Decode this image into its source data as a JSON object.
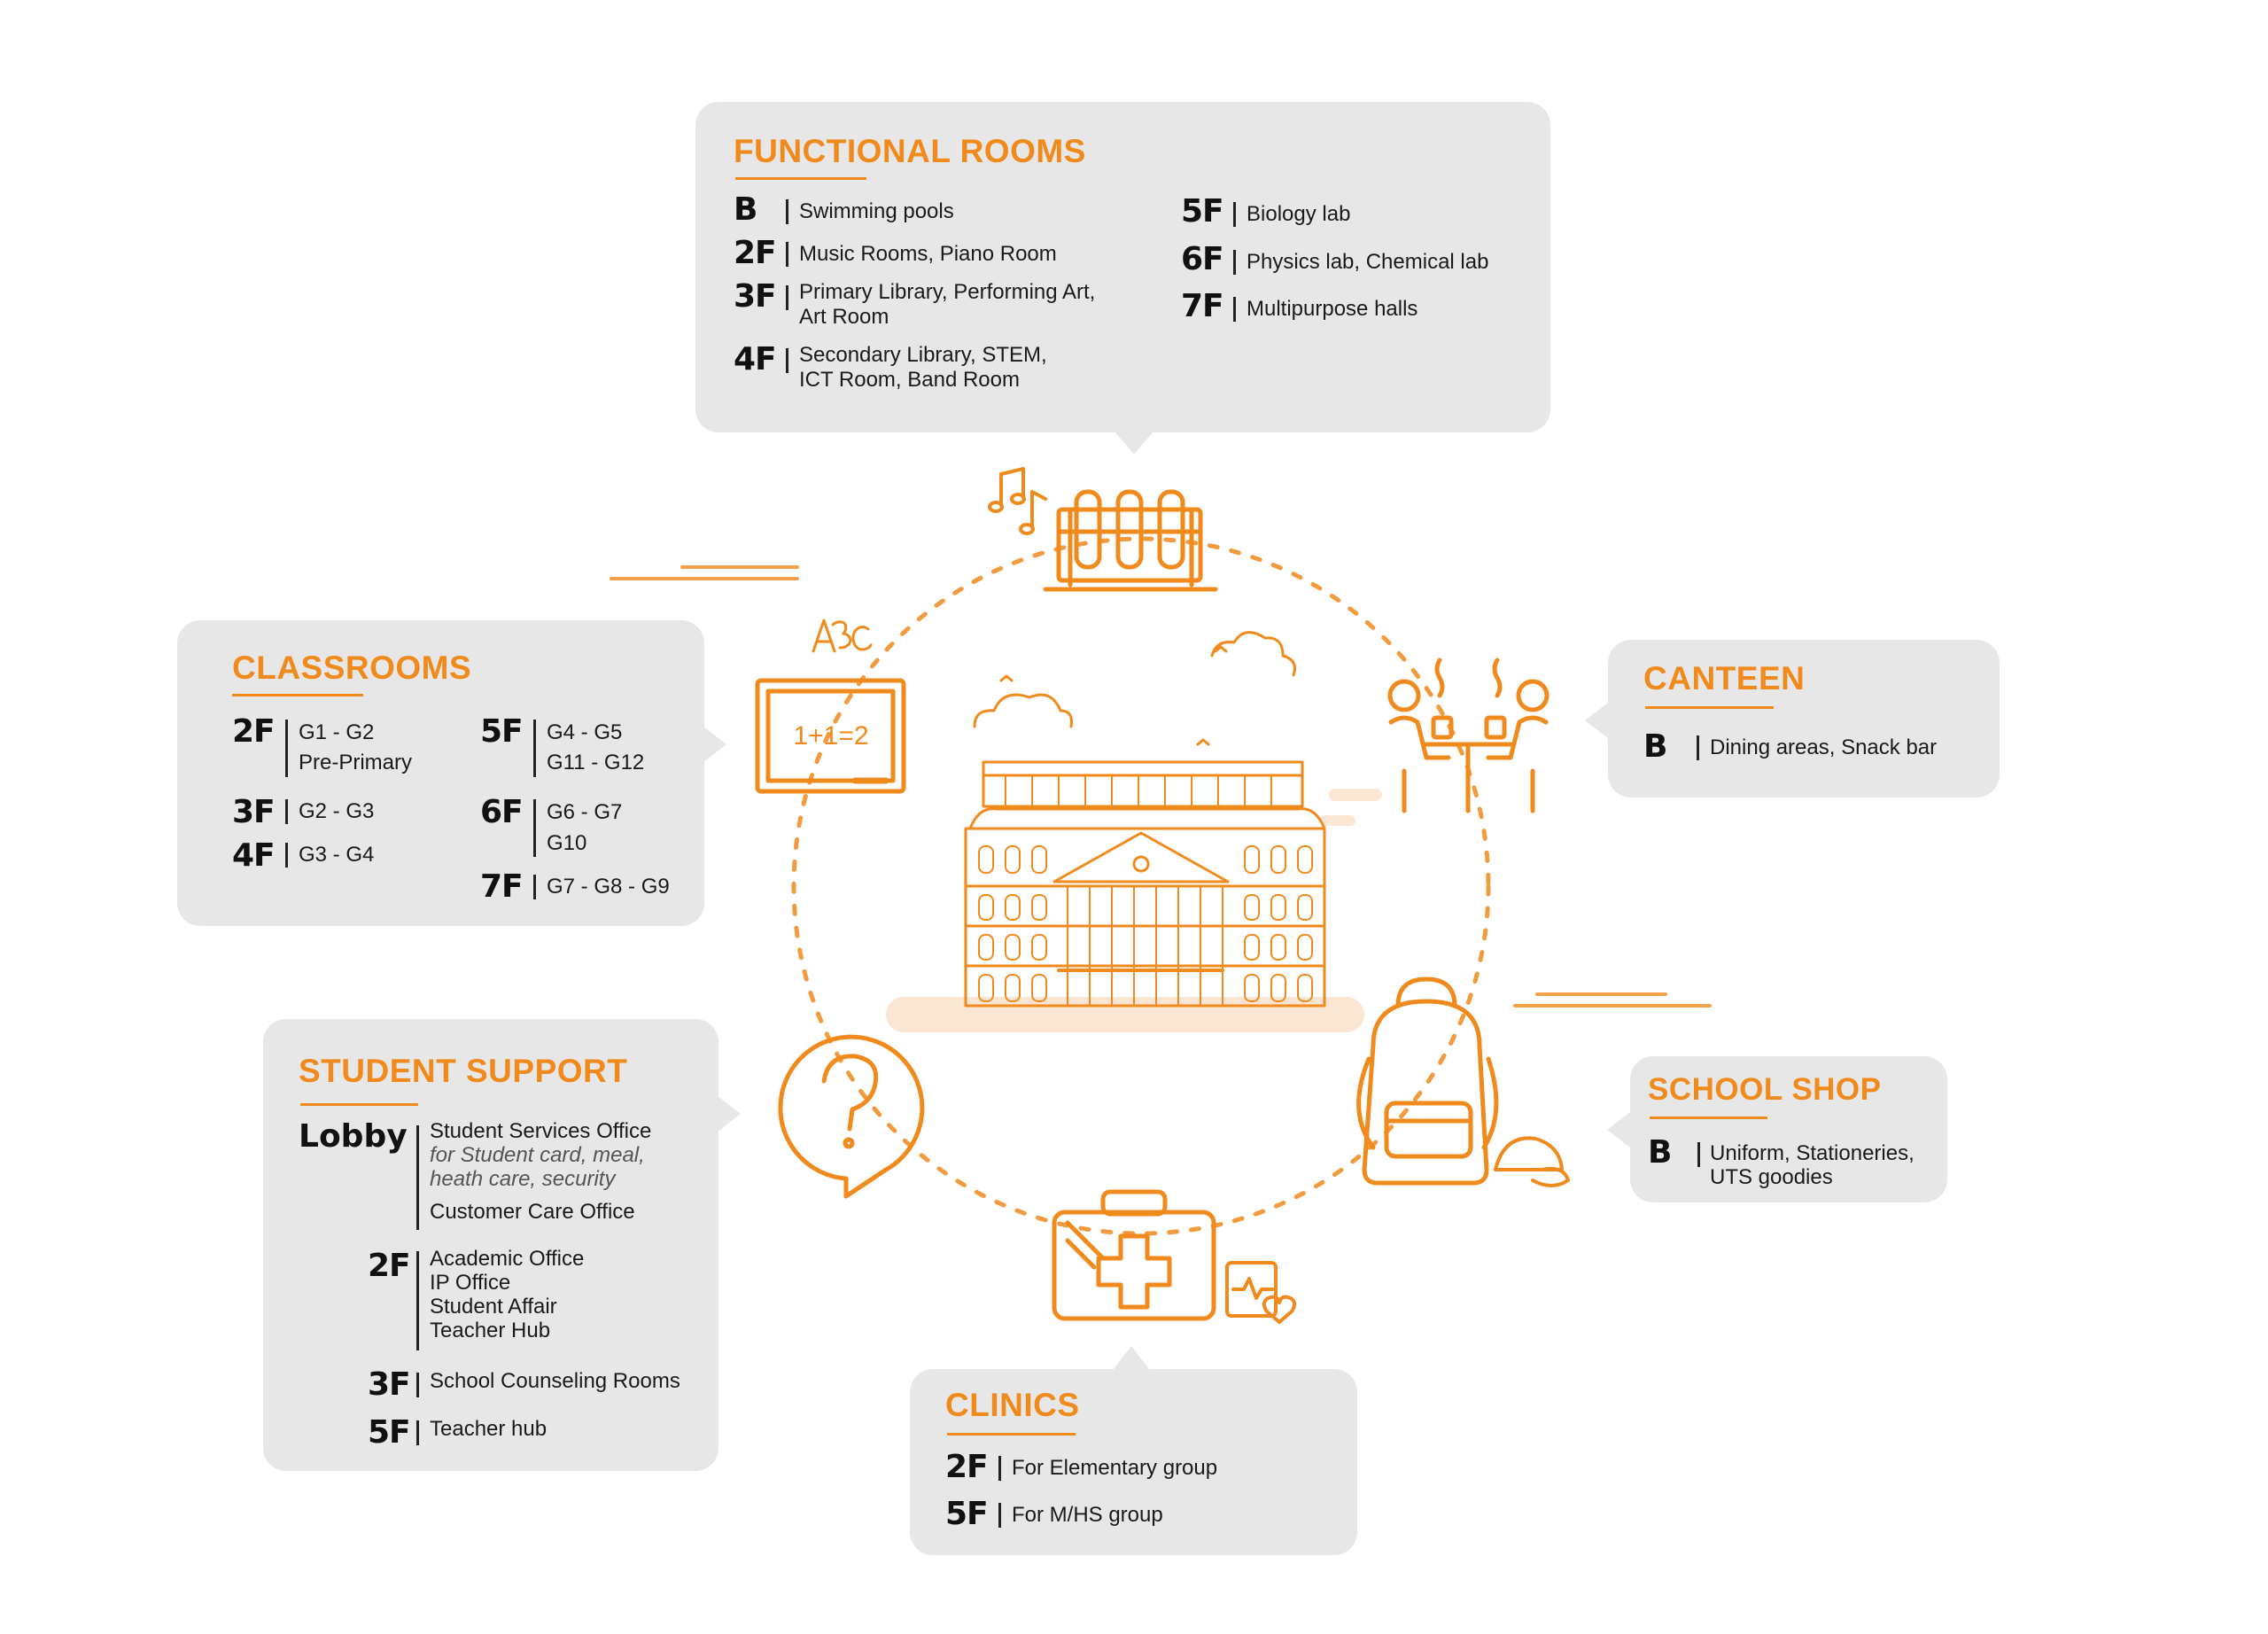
{
  "functional": {
    "title": "FUNCTIONAL ROOMS",
    "rows": [
      {
        "floor": "B",
        "text": "Swimming pools"
      },
      {
        "floor": "2F",
        "text": "Music Rooms, Piano Room"
      },
      {
        "floor": "3F",
        "text": "Primary Library, Performing Art,",
        "text2": "Art Room"
      },
      {
        "floor": "4F",
        "text": "Secondary Library, STEM,",
        "text2": "ICT Room, Band Room"
      },
      {
        "floor": "5F",
        "text": "Biology lab"
      },
      {
        "floor": "6F",
        "text": "Physics lab, Chemical lab"
      },
      {
        "floor": "7F",
        "text": "Multipurpose halls"
      }
    ]
  },
  "classrooms": {
    "title": "CLASSROOMS",
    "rows": [
      {
        "floor": "2F",
        "text": "G1 - G2",
        "text2": "Pre-Primary"
      },
      {
        "floor": "3F",
        "text": "G2 - G3"
      },
      {
        "floor": "4F",
        "text": "G3 - G4"
      },
      {
        "floor": "5F",
        "text": "G4 - G5",
        "text2": "G11 - G12"
      },
      {
        "floor": "6F",
        "text": "G6 - G7",
        "text2": "G10"
      },
      {
        "floor": "7F",
        "text": "G7 - G8 - G9"
      }
    ]
  },
  "canteen": {
    "title": "CANTEEN",
    "rows": [
      {
        "floor": "B",
        "text": "Dining areas, Snack bar"
      }
    ]
  },
  "support": {
    "title": "STUDENT SUPPORT",
    "lobby": {
      "floor": "Lobby",
      "line1": "Student Services Office",
      "line2": "for Student card, meal,",
      "line3": "heath care, security",
      "line4": "Customer Care Office"
    },
    "f2": {
      "floor": "2F",
      "lines": [
        "Academic Office",
        "IP Office",
        "Student Affair",
        "Teacher Hub"
      ]
    },
    "f3": {
      "floor": "3F",
      "text": "School Counseling Rooms"
    },
    "f5": {
      "floor": "5F",
      "text": "Teacher hub"
    }
  },
  "shop": {
    "title": "SCHOOL SHOP",
    "rows": [
      {
        "floor": "B",
        "text": "Uniform, Stationeries,",
        "text2": "UTS goodies"
      }
    ]
  },
  "clinics": {
    "title": "CLINICS",
    "rows": [
      {
        "floor": "2F",
        "text": "For Elementary group"
      },
      {
        "floor": "5F",
        "text": "For M/HS group"
      }
    ]
  },
  "illustration": {
    "board_text": "1+1=2",
    "abc_text": "ABC"
  },
  "colors": {
    "accent": "#f08a1c",
    "box": "#e7e7e7",
    "text": "#1a1a1a"
  }
}
